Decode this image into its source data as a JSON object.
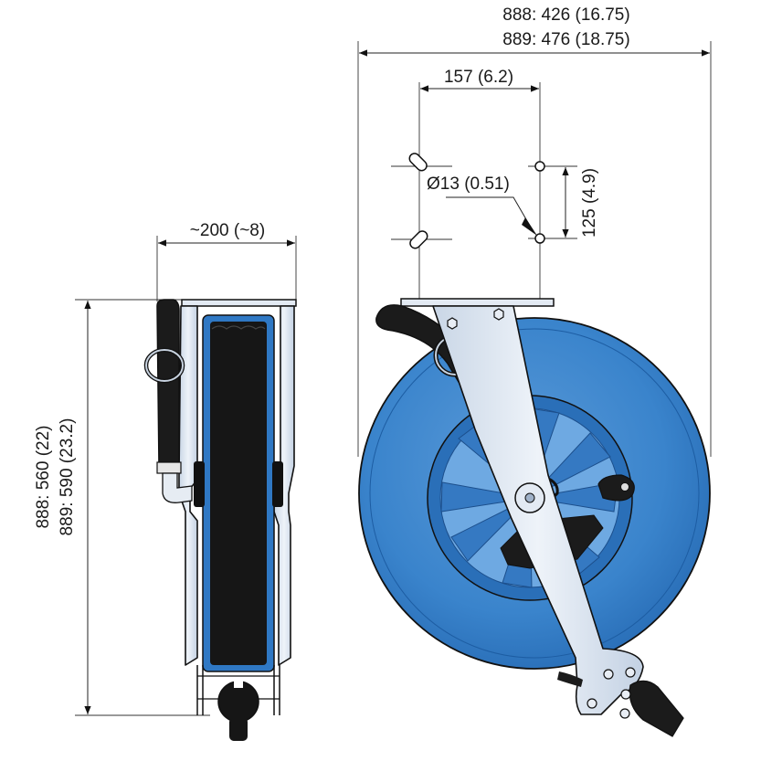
{
  "colors": {
    "drum_blue": "#3a84cc",
    "drum_dark": "#1f5fa8",
    "drum_light": "#7fb3e6",
    "bracket_fill": "#d9e3ef",
    "hose": "#1b1b1b",
    "line": "#111111"
  },
  "dimensions": {
    "overall_width_888": "888: 426 (16.75)",
    "overall_width_889": "889: 476 (18.75)",
    "hole_spacing_h": "157 (6.2)",
    "hole_spacing_v": "125 (4.9)",
    "hole_diameter": "Ø13 (0.51)",
    "depth": "~200 (~8)",
    "height_888": "888: 560 (22)",
    "height_889": "889: 590 (23.2)"
  }
}
